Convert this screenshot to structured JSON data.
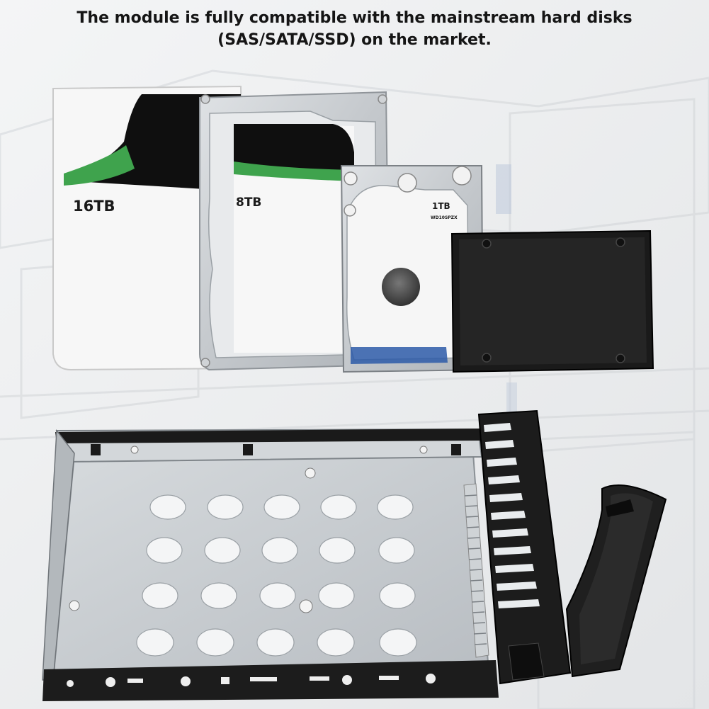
{
  "headline": {
    "line1": "The module is fully compatible with the mainstream hard disks",
    "line2": "(SAS/SATA/SSD) on the market."
  },
  "drives": {
    "drive_16tb_label": "16TB",
    "drive_8tb_label": "8TB",
    "drive_1tb_label": "1TB",
    "drive_1tb_model": "WD10SPZX"
  },
  "colors": {
    "background": "#f1f2f3",
    "drive_label_green": "#3fa34d",
    "tray_metal": "#c9cdd1",
    "tray_plastic": "#1c1c1c",
    "ssd_black": "#1a1a1a"
  }
}
